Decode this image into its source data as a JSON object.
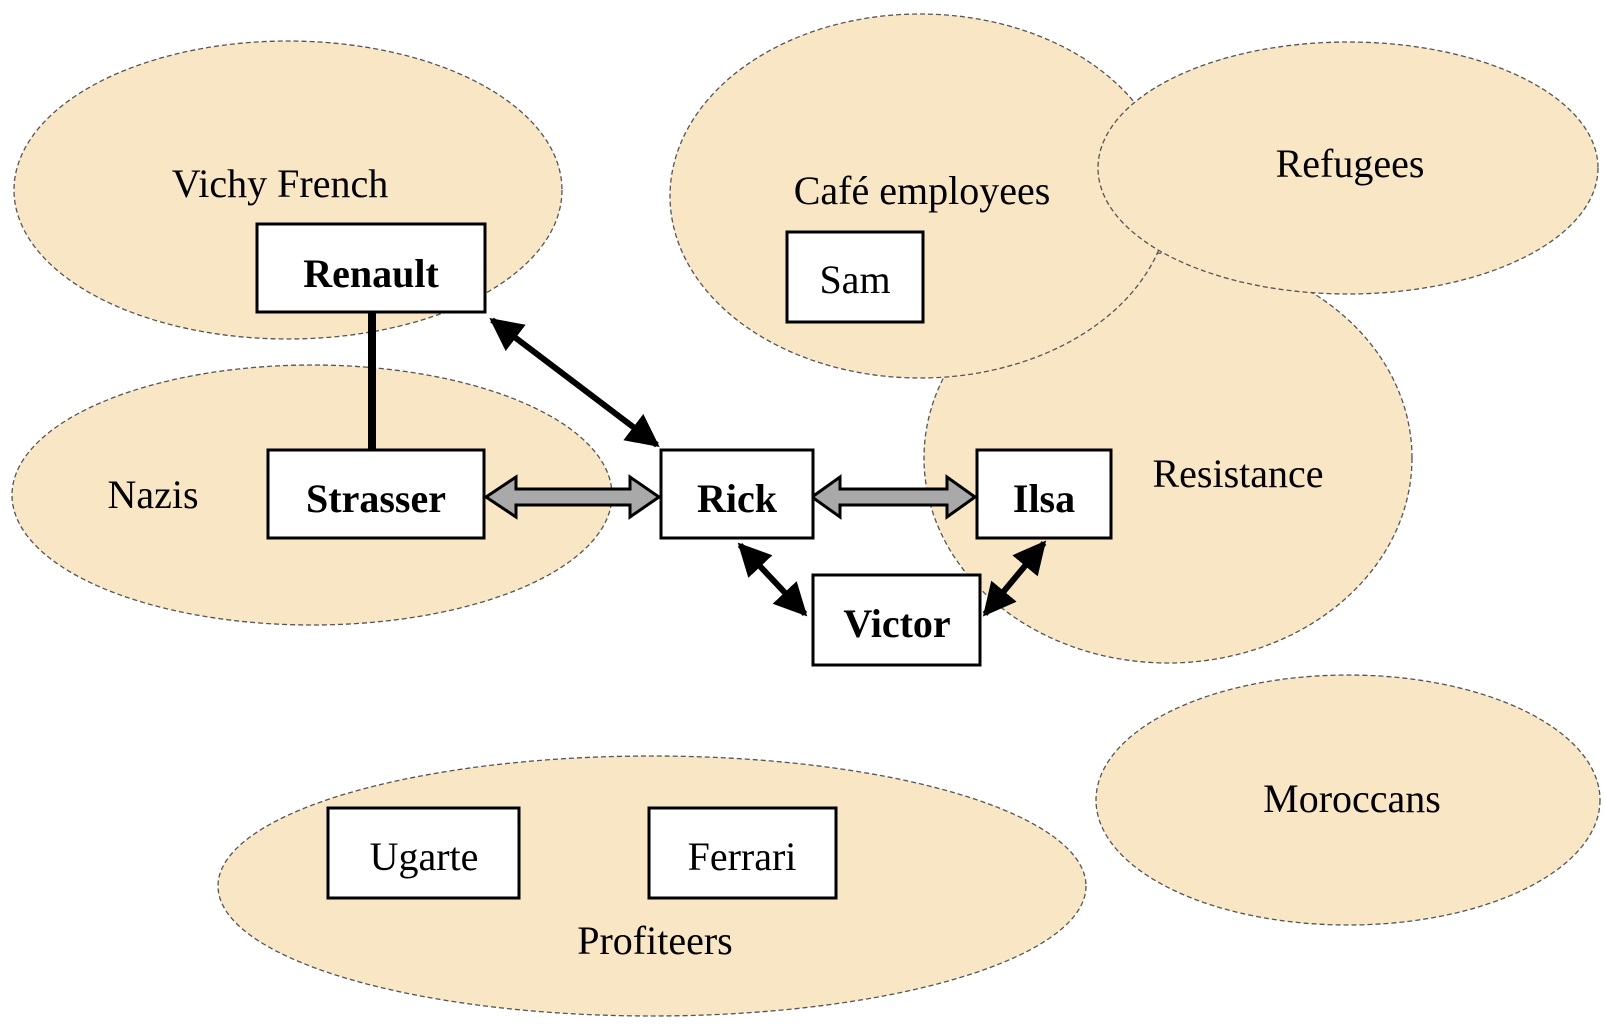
{
  "colors": {
    "group_fill": "#f8e6c4",
    "box_fill": "#ffffff",
    "box_stroke": "#000000",
    "arrow_black": "#000000",
    "arrow_gray": "#a9a9a9"
  },
  "groups": {
    "vichy_french": "Vichy French",
    "nazis": "Nazis",
    "cafe_employees": "Café employees",
    "refugees": "Refugees",
    "resistance": "Resistance",
    "moroccans": "Moroccans",
    "profiteers": "Profiteers"
  },
  "characters": {
    "renault": "Renault",
    "strasser": "Strasser",
    "sam": "Sam",
    "rick": "Rick",
    "ilsa": "Ilsa",
    "victor": "Victor",
    "ugarte": "Ugarte",
    "ferrari": "Ferrari"
  },
  "relationships": [
    {
      "from": "Renault",
      "to": "Strasser",
      "style": "line"
    },
    {
      "from": "Renault",
      "to": "Rick",
      "style": "double-arrow-black"
    },
    {
      "from": "Strasser",
      "to": "Rick",
      "style": "double-arrow-gray"
    },
    {
      "from": "Rick",
      "to": "Ilsa",
      "style": "double-arrow-gray"
    },
    {
      "from": "Rick",
      "to": "Victor",
      "style": "double-arrow-black"
    },
    {
      "from": "Ilsa",
      "to": "Victor",
      "style": "double-arrow-black"
    }
  ]
}
